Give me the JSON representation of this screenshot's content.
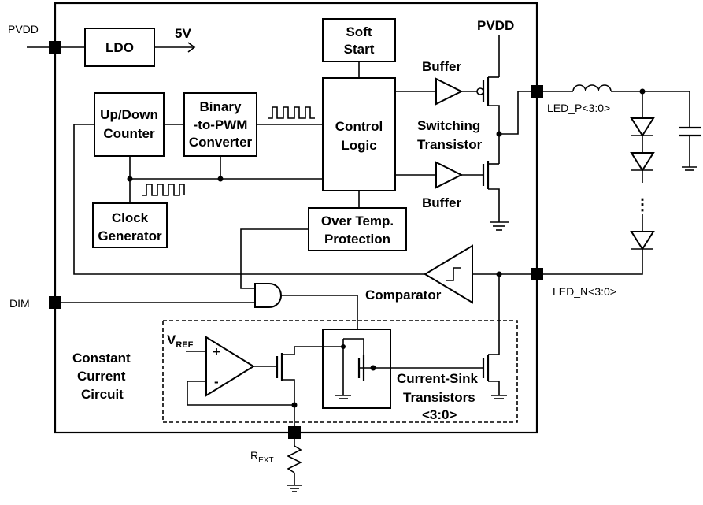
{
  "pins": {
    "pvdd": "PVDD",
    "dim": "DIM",
    "led_p": "LED_P<3:0>",
    "led_n": "LED_N<3:0>",
    "rext_main": "R",
    "rext_sub": "EXT"
  },
  "blocks": {
    "ldo": "LDO",
    "ldo_out": "5V",
    "soft_start_1": "Soft",
    "soft_start_2": "Start",
    "pvdd_top": "PVDD",
    "updown_1": "Up/Down",
    "updown_2": "Counter",
    "b2pwm_1": "Binary",
    "b2pwm_2": "-to-PWM",
    "b2pwm_3": "Converter",
    "control_1": "Control",
    "control_2": "Logic",
    "buffer_top": "Buffer",
    "buffer_bottom": "Buffer",
    "switching_1": "Switching",
    "switching_2": "Transistor",
    "clock_1": "Clock",
    "clock_2": "Generator",
    "otp_1": "Over Temp.",
    "otp_2": "Protection",
    "comparator": "Comparator",
    "ccc_1": "Constant",
    "ccc_2": "Current",
    "ccc_3": "Circuit",
    "vref_main": "V",
    "vref_sub": "REF",
    "opamp_plus": "+",
    "opamp_minus": "-",
    "sink_1": "Current-Sink",
    "sink_2": "Transistors",
    "sink_3": "<3:0>",
    "led_dots": "⋮"
  }
}
